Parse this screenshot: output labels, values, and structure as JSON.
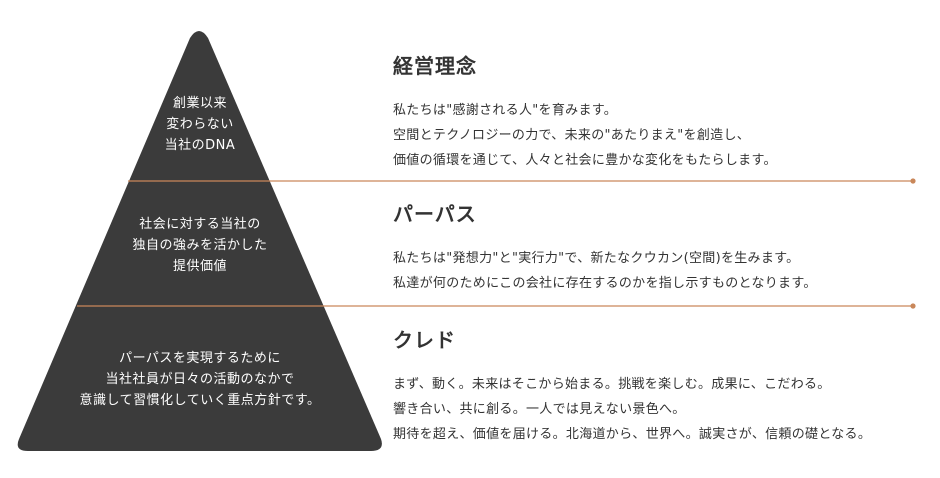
{
  "colors": {
    "pyramid": "#3b3b3b",
    "accent_line": "#c9875a",
    "text": "#333333"
  },
  "pyramid": {
    "top_lines": [
      "創業以来",
      "変わらない",
      "当社のDNA"
    ],
    "middle_lines": [
      "社会に対する当社の",
      "独自の強みを活かした",
      "提供価値"
    ],
    "bottom_lines": [
      "パーパスを実現するために",
      "当社社員が日々の活動のなかで",
      "意識して習慣化していく重点方針です。"
    ]
  },
  "sections": {
    "philosophy": {
      "title": "経営理念",
      "lines": [
        "私たちは\"感謝される人\"を育みます。",
        "空間とテクノロジーの力で、未来の\"あたりまえ\"を創造し、",
        "価値の循環を通じて、人々と社会に豊かな変化をもたらします。"
      ]
    },
    "purpose": {
      "title": "パーパス",
      "lines": [
        "私たちは\"発想力\"と\"実行力\"で、新たなクウカン(空間)を生みます。",
        "私達が何のためにこの会社に存在するのかを指し示すものとなります。"
      ]
    },
    "credo": {
      "title": "クレド",
      "lines": [
        "まず、動く。未来はそこから始まる。挑戦を楽しむ。成果に、こだわる。",
        "響き合い、共に創る。一人では見えない景色へ。",
        "期待を超え、価値を届ける。北海道から、世界へ。誠実さが、信頼の礎となる。"
      ]
    }
  }
}
